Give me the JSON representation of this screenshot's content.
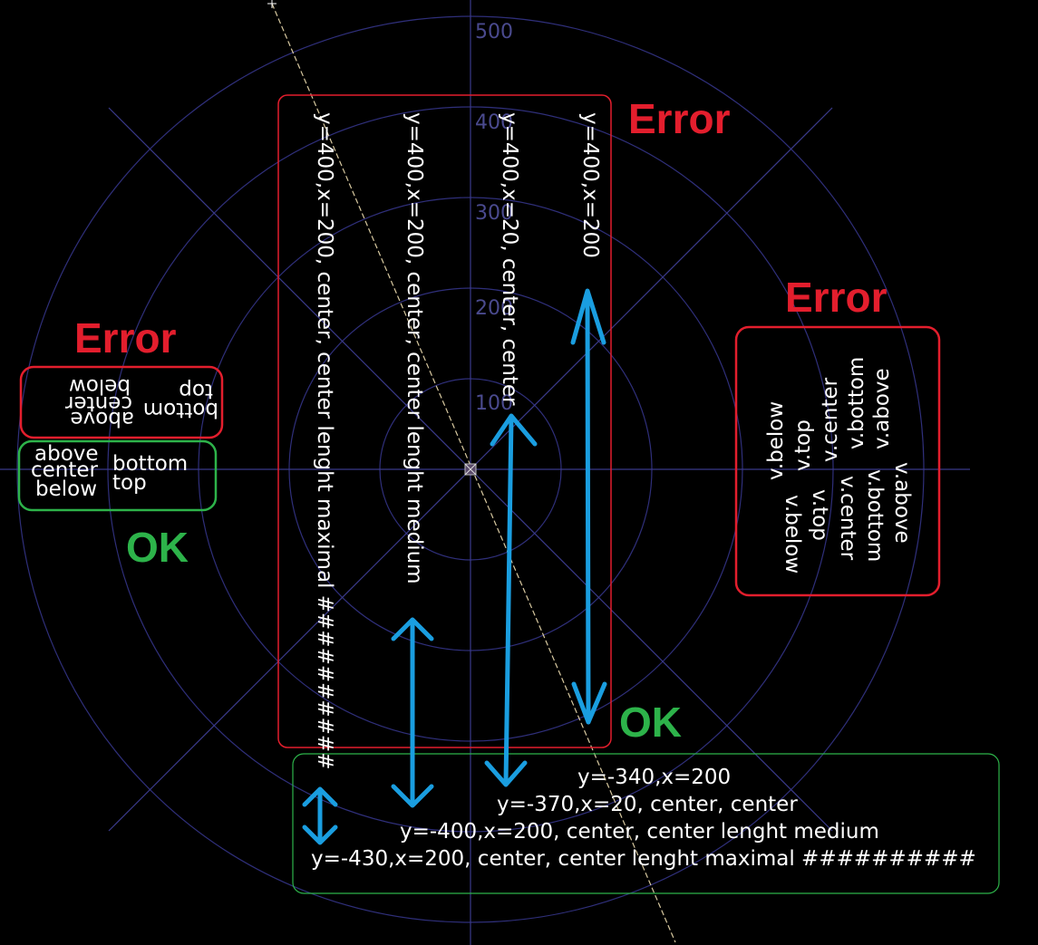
{
  "colors": {
    "background": "#000000",
    "grid": "#2f2f7a",
    "axis": "#3a3a8a",
    "error": "#e31e2d",
    "ok": "#2db34a",
    "arrow": "#1a9ee0",
    "text": "#ffffff",
    "guide_line": "#d8c9a0"
  },
  "grid": {
    "ticks": [
      "500",
      "400",
      "300",
      "200",
      "100"
    ]
  },
  "headings": {
    "error_top": "Error",
    "error_left": "Error",
    "error_right": "Error",
    "ok_left": "OK",
    "ok_bottom": "OK"
  },
  "vertical_labels": [
    "y=400,x=200, center, center  lenght maximal ##########",
    "y=400,x=200, center, center  lenght medium",
    "y=400,x=20, center, center",
    "y=400,x=200"
  ],
  "horizontal_labels": [
    "y=-340,x=200",
    "y=-370,x=20, center, center",
    "y=-400,x=200, center, center  lenght medium",
    "y=-430,x=200, center, center  lenght maximal ##########"
  ],
  "left_error_box": {
    "words_left": [
      "above",
      "center",
      "below"
    ],
    "words_right": [
      "bottom",
      "top"
    ]
  },
  "left_ok_box": {
    "words_left": [
      "above",
      "center",
      "below"
    ],
    "words_right": [
      "bottom",
      "top"
    ]
  },
  "right_error_box": {
    "group_a": [
      "v.above",
      "v.bottom",
      "v.center",
      "v.top",
      "v.below"
    ],
    "group_b": [
      "v.above",
      "v.bottom",
      "v.center",
      "v.top",
      "v.below"
    ]
  },
  "icons": [
    "origin-marker-icon",
    "crosshair-icon",
    "double-arrow-icon"
  ]
}
